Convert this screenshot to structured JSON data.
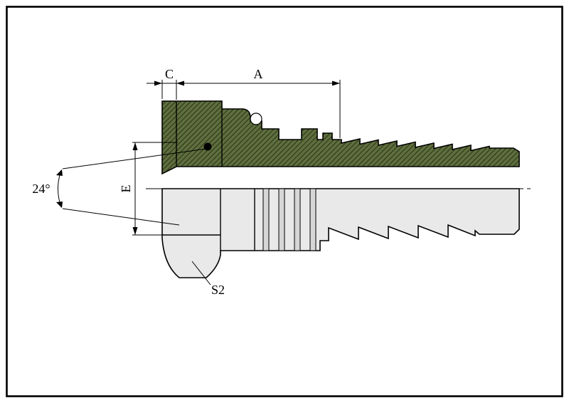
{
  "labels": {
    "dim_c": "C",
    "dim_a": "A",
    "angle_24": "24°",
    "dim_e": "E",
    "dim_s2": "S2"
  },
  "colors": {
    "outline": "#000000",
    "section_fill": "#5f6e3e",
    "section_hatch": "#263214",
    "body_fill": "#e9e9e9",
    "groove_fill": "#d6d6d6",
    "background": "#ffffff"
  }
}
